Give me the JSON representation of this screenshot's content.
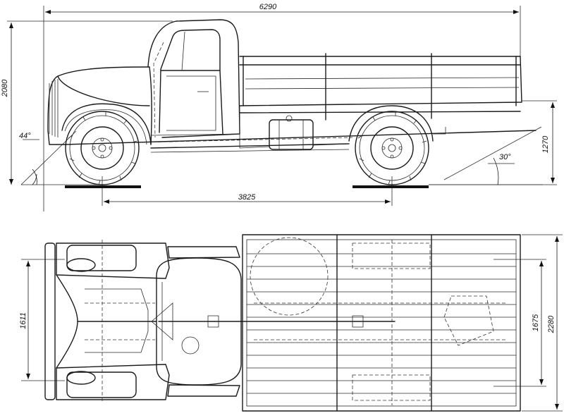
{
  "dimensions": {
    "overall_length": "6290",
    "overall_height": "2080",
    "wheelbase": "3825",
    "approach_angle": "44°",
    "departure_angle": "30°",
    "platform_height": "1270",
    "front_track": "1611",
    "rear_track": "1675",
    "overall_width": "2280"
  },
  "colors": {
    "ink": "#1a1a1a",
    "paper": "#ffffff"
  }
}
